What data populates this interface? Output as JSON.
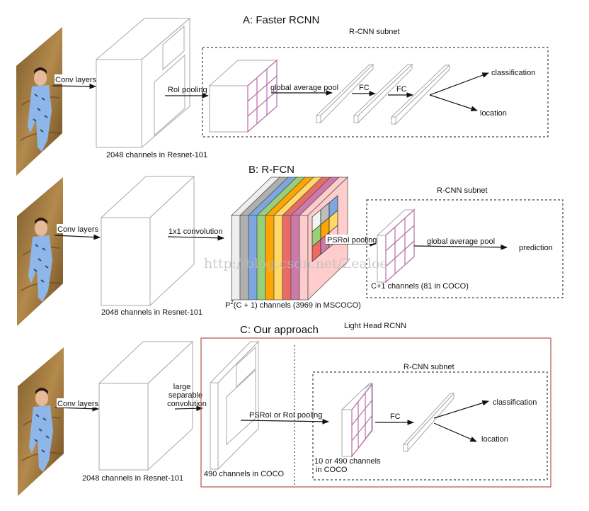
{
  "watermark": "http://blog.csdn.net/Zealoe",
  "panel_a": {
    "title": "A: Faster RCNN",
    "subnet_label": "R-CNN subnet",
    "conv_label": "Conv layers",
    "backbone_caption": "2048 channels in Resnet-101",
    "roi_label": "RoI pooling",
    "gap_label": "global average pool",
    "fc1_label": "FC",
    "fc2_label": "FC",
    "out_cls": "classification",
    "out_loc": "location"
  },
  "panel_b": {
    "title": "B: R-FCN",
    "subnet_label": "R-CNN subnet",
    "conv_label": "Conv layers",
    "backbone_caption": "2048 channels in Resnet-101",
    "conv1x1_label": "1x1 convolution",
    "score_caption_prefix": "P",
    "score_caption_sup": "2",
    "score_caption_rest": "(C + 1)  channels (3969 in MSCOCO)",
    "psroi_label": "PSRoI pooling",
    "pooled_caption": "C+1 channels (81 in COCO)",
    "gap_label": "global average pool",
    "out_pred": "prediction",
    "slice_colors": [
      "#eeeeee",
      "#b0b0b0",
      "#7ea6e0",
      "#97d077",
      "#ffa500",
      "#ffd966",
      "#ea6b66",
      "#cd7aab",
      "#ffcccc"
    ]
  },
  "panel_c": {
    "title": "C: Our approach",
    "frame_label": "Light Head RCNN",
    "subnet_label": "R-CNN subnet",
    "conv_label": "Conv layers",
    "backbone_caption": "2048 channels in Resnet-101",
    "lsc_label_1": "large",
    "lsc_label_2": "separable",
    "lsc_label_3": "convolution",
    "thin_caption": "490 channels in COCO",
    "pool_label": "PSRoI or RoI pooling",
    "pooled_caption_1": "10  or 490 channels",
    "pooled_caption_2": "in COCO",
    "fc_label": "FC",
    "out_cls": "classification",
    "out_loc": "location",
    "frame_color": "#b5524a"
  }
}
